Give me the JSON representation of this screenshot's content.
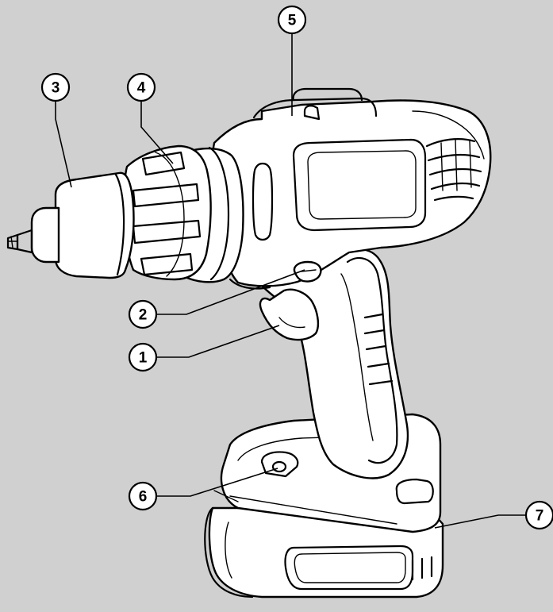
{
  "diagram": {
    "background": "#d0d0d0",
    "callouts": [
      {
        "id": "1",
        "label": "1"
      },
      {
        "id": "2",
        "label": "2"
      },
      {
        "id": "3",
        "label": "3"
      },
      {
        "id": "4",
        "label": "4"
      },
      {
        "id": "5",
        "label": "5"
      },
      {
        "id": "6",
        "label": "6"
      },
      {
        "id": "7",
        "label": "7"
      }
    ]
  }
}
